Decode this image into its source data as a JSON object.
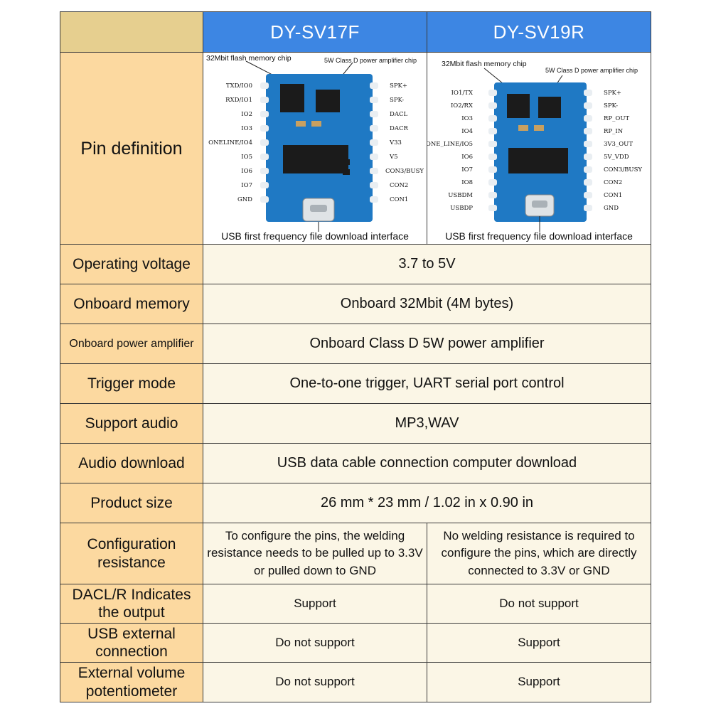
{
  "header": {
    "col1": "DY-SV17F",
    "col2": "DY-SV19R"
  },
  "pin_definition": {
    "label": "Pin definition",
    "sv17f": {
      "flash_chip_label": "32Mbit flash memory chip",
      "amp_chip_label": "5W Class D power amplifier chip",
      "left_pins": [
        "TXD/IO0",
        "RXD/IO1",
        "IO2",
        "IO3",
        "ONELINE/IO4",
        "IO5",
        "IO6",
        "IO7",
        "GND"
      ],
      "right_pins": [
        "SPK+",
        "SPK-",
        "DACL",
        "DACR",
        "V33",
        "V5",
        "CON3/BUSY",
        "CON2",
        "CON1"
      ],
      "caption": "USB first frequency file download interface"
    },
    "sv19r": {
      "flash_chip_label": "32Mbit flash memory chip",
      "amp_chip_label": "5W Class D power amplifier chip",
      "left_pins": [
        "IO1/TX",
        "IO2/RX",
        "IO3",
        "IO4",
        "ONE_LINE/IO5",
        "IO6",
        "IO7",
        "IO8",
        "USBDM",
        "USBDP"
      ],
      "right_pins": [
        "SPK+",
        "SPK-",
        "RP_OUT",
        "RP_IN",
        "3V3_OUT",
        "5V_VDD",
        "CON3/BUSY",
        "CON2",
        "CON1",
        "GND"
      ],
      "caption": "USB first frequency file download interface"
    },
    "board_color": "#1f79c4"
  },
  "rows": [
    {
      "label": "Operating voltage",
      "value": "3.7 to 5V"
    },
    {
      "label": "Onboard memory",
      "value": "Onboard 32Mbit (4M bytes)"
    },
    {
      "label": "Onboard power amplifier",
      "value": "Onboard Class D 5W power amplifier"
    },
    {
      "label": "Trigger mode",
      "value": "One-to-one trigger, UART serial port control"
    },
    {
      "label": "Support audio",
      "value": "MP3,WAV"
    },
    {
      "label": "Audio download",
      "value": "USB data cable connection computer download"
    },
    {
      "label": "Product size",
      "value": "26 mm * 23 mm / 1.02 in x 0.90 in"
    }
  ],
  "split_rows": [
    {
      "label": "Configuration resistance",
      "sv17f": "To configure the pins, the welding resistance needs to be pulled up to 3.3V or pulled down to GND",
      "sv19r": "No welding resistance is required to configure the pins, which are directly connected to 3.3V or GND"
    },
    {
      "label": "DACL/R Indicates the output",
      "sv17f": "Support",
      "sv19r": "Do not support"
    },
    {
      "label": "USB external connection",
      "sv17f": "Do not support",
      "sv19r": "Support"
    },
    {
      "label": "External volume potentiometer",
      "sv17f": "Do not support",
      "sv19r": "Support"
    }
  ],
  "colors": {
    "header_blue": "#3d86e3",
    "header_blank": "#e6cf8f",
    "label_bg": "#fcd9a0",
    "value_bg": "#fbf6e6"
  }
}
